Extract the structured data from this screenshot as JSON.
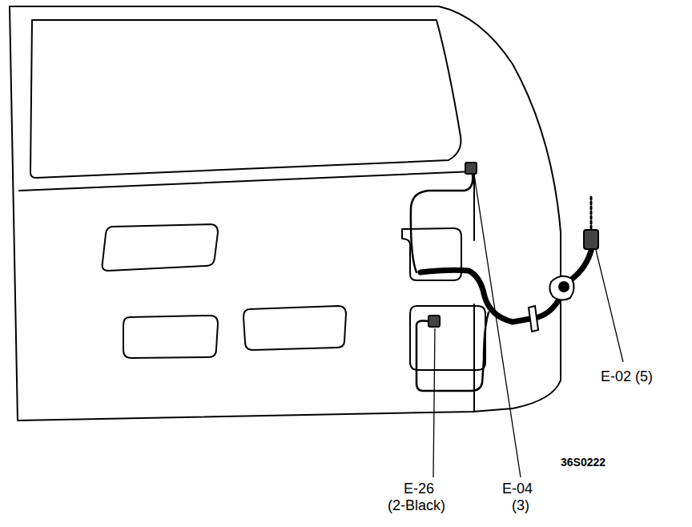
{
  "diagram": {
    "labels": [
      "E-02 (5)",
      "36S0222",
      "E-26",
      "(2-Black)",
      "E-04",
      "(3)"
    ]
  }
}
